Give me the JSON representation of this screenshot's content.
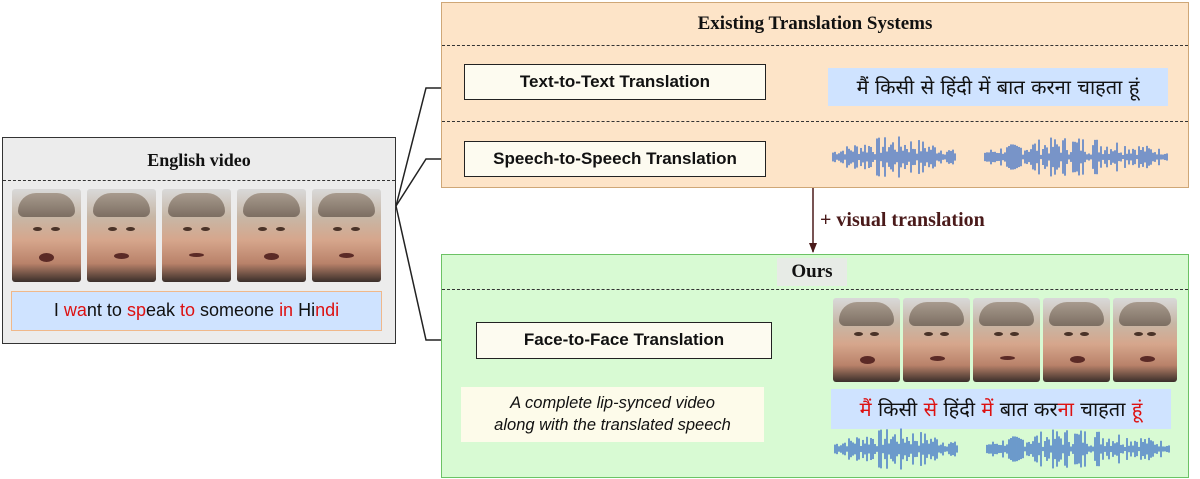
{
  "english": {
    "title": "English video",
    "caption_segments": [
      {
        "text": "I ",
        "hl": false
      },
      {
        "text": "wa",
        "hl": true
      },
      {
        "text": "nt to ",
        "hl": false
      },
      {
        "text": "sp",
        "hl": true
      },
      {
        "text": "eak ",
        "hl": false
      },
      {
        "text": "to",
        "hl": true
      },
      {
        "text": " someone ",
        "hl": false
      },
      {
        "text": "in",
        "hl": true
      },
      {
        "text": " Hi",
        "hl": false
      },
      {
        "text": "ndi",
        "hl": true
      }
    ]
  },
  "existing": {
    "title": "Existing Translation Systems",
    "text_to_text_label": "Text-to-Text Translation",
    "speech_to_speech_label": "Speech-to-Speech Translation",
    "hindi_output": "मैं किसी से हिंदी में बात करना चाहता हूं"
  },
  "visual_translation_label": "+ visual translation",
  "ours": {
    "title": "Ours",
    "face_to_face_label": "Face-to-Face Translation",
    "description_line1": "A complete lip-synced video",
    "description_line2": "along with the translated speech",
    "hindi_segments": [
      {
        "text": "मैं",
        "hl": true
      },
      {
        "text": " किसी ",
        "hl": false
      },
      {
        "text": "से",
        "hl": true
      },
      {
        "text": " हिंदी ",
        "hl": false
      },
      {
        "text": "में",
        "hl": true
      },
      {
        "text": " बात कर",
        "hl": false
      },
      {
        "text": "ना",
        "hl": true
      },
      {
        "text": " चाहता ",
        "hl": false
      },
      {
        "text": "हूं",
        "hl": true
      }
    ]
  },
  "colors": {
    "waveform": "#3f72c8",
    "highlight": "#dd1111",
    "arrow": "#222222",
    "visual_arrow": "#4a1a1a"
  }
}
